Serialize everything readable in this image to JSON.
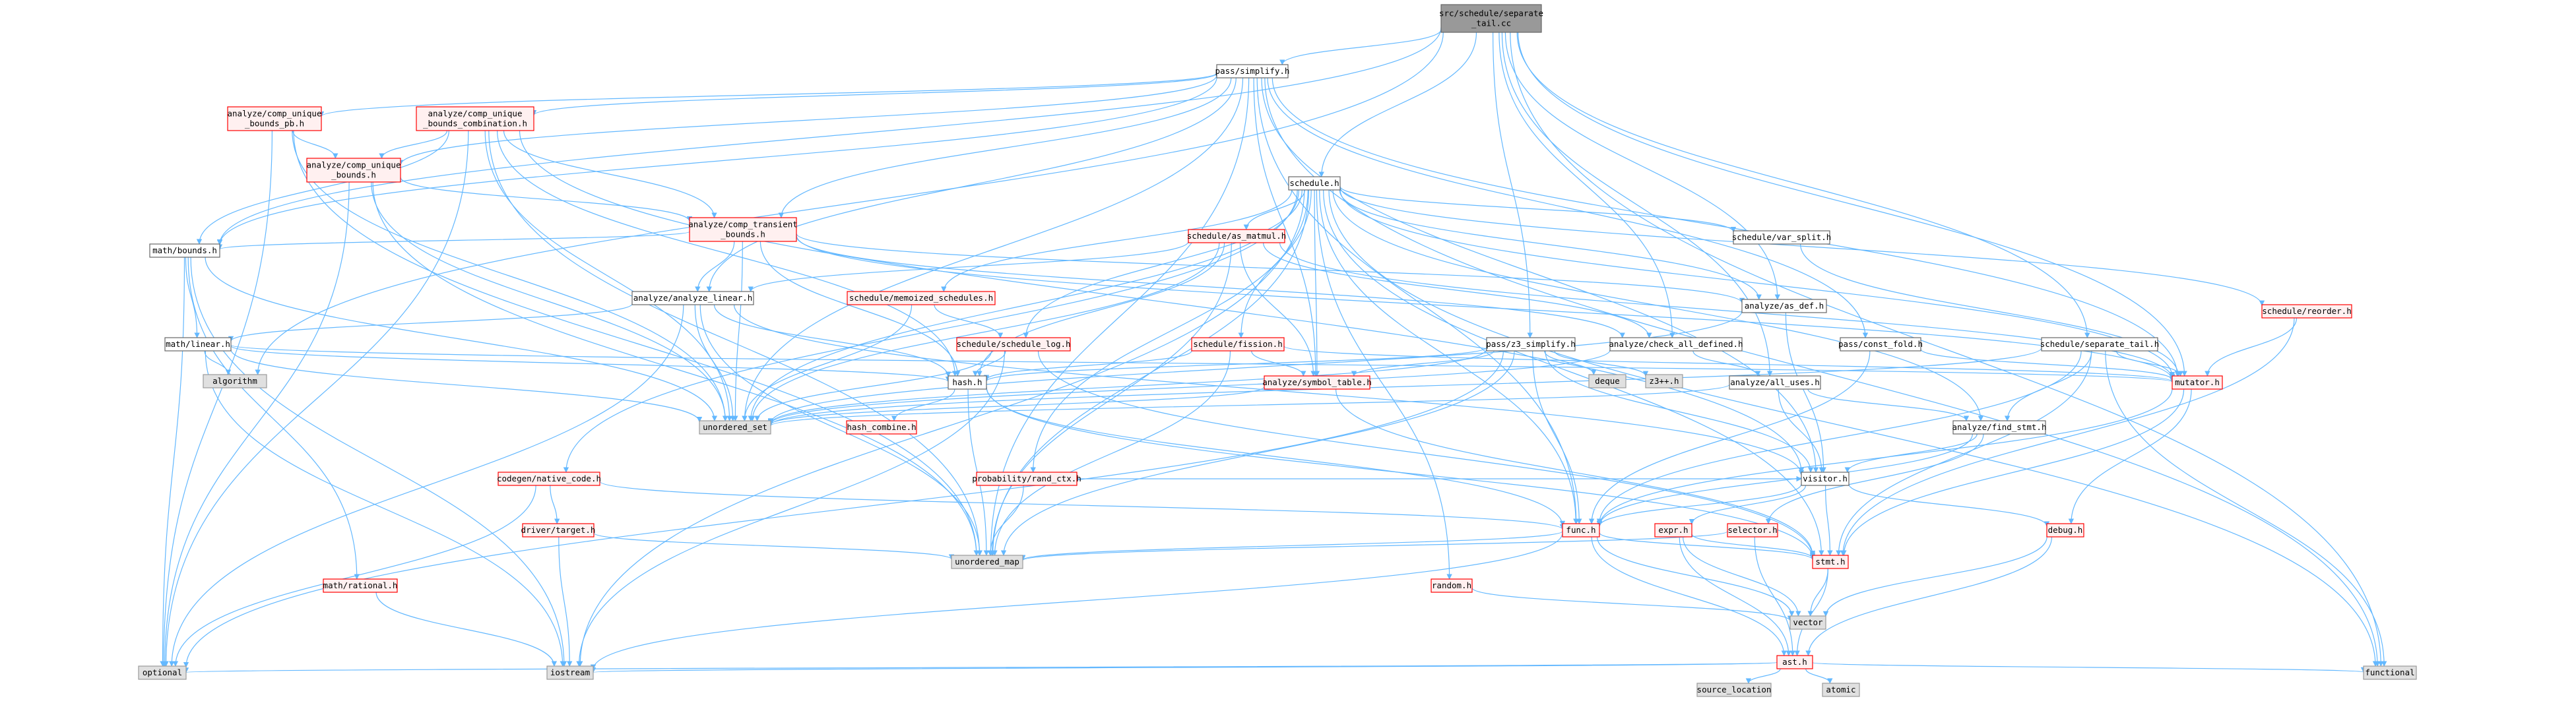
{
  "colors": {
    "edge": "#63b8ff",
    "root_fill": "#999999",
    "root_border": "#666666",
    "file_fill": "#ffffff",
    "file_border": "#666666",
    "truncated_fill": "#fff0f0",
    "truncated_border": "#ff0000",
    "system_fill": "#e0e0e0",
    "system_border": "#999999"
  },
  "nodes": [
    {
      "id": "root",
      "kind": "root",
      "lines": [
        "src/schedule/separate",
        "_tail.cc"
      ]
    },
    {
      "id": "pass_simplify",
      "kind": "file",
      "lines": [
        "pass/simplify.h"
      ]
    },
    {
      "id": "acu_pb",
      "kind": "truncated",
      "lines": [
        "analyze/comp_unique",
        "_bounds_pb.h"
      ]
    },
    {
      "id": "acu_comb",
      "kind": "truncated",
      "lines": [
        "analyze/comp_unique",
        "_bounds_combination.h"
      ]
    },
    {
      "id": "acu_bounds",
      "kind": "truncated",
      "lines": [
        "analyze/comp_unique",
        "_bounds.h"
      ]
    },
    {
      "id": "schedule",
      "kind": "file",
      "lines": [
        "schedule.h"
      ]
    },
    {
      "id": "act",
      "kind": "truncated",
      "lines": [
        "analyze/comp_transient",
        "_bounds.h"
      ]
    },
    {
      "id": "as_matmul",
      "kind": "truncated",
      "lines": [
        "schedule/as_matmul.h"
      ]
    },
    {
      "id": "var_split",
      "kind": "file",
      "lines": [
        "schedule/var_split.h"
      ]
    },
    {
      "id": "math_bounds",
      "kind": "file",
      "lines": [
        "math/bounds.h"
      ]
    },
    {
      "id": "analyze_linear",
      "kind": "file",
      "lines": [
        "analyze/analyze_linear.h"
      ]
    },
    {
      "id": "memoized",
      "kind": "truncated",
      "lines": [
        "schedule/memoized_schedules.h"
      ]
    },
    {
      "id": "as_def",
      "kind": "file",
      "lines": [
        "analyze/as_def.h"
      ]
    },
    {
      "id": "reorder",
      "kind": "truncated",
      "lines": [
        "schedule/reorder.h"
      ]
    },
    {
      "id": "math_linear",
      "kind": "file",
      "lines": [
        "math/linear.h"
      ]
    },
    {
      "id": "sched_log",
      "kind": "truncated",
      "lines": [
        "schedule/schedule_log.h"
      ]
    },
    {
      "id": "fission",
      "kind": "truncated",
      "lines": [
        "schedule/fission.h"
      ]
    },
    {
      "id": "z3_simplify",
      "kind": "file",
      "lines": [
        "pass/z3_simplify.h"
      ]
    },
    {
      "id": "check_all_def",
      "kind": "file",
      "lines": [
        "analyze/check_all_defined.h"
      ]
    },
    {
      "id": "const_fold",
      "kind": "file",
      "lines": [
        "pass/const_fold.h"
      ]
    },
    {
      "id": "sep_tail_h",
      "kind": "file",
      "lines": [
        "schedule/separate_tail.h"
      ]
    },
    {
      "id": "algorithm",
      "kind": "system",
      "lines": [
        "algorithm"
      ]
    },
    {
      "id": "hash",
      "kind": "file",
      "lines": [
        "hash.h"
      ]
    },
    {
      "id": "symbol_table",
      "kind": "truncated",
      "lines": [
        "analyze/symbol_table.h"
      ]
    },
    {
      "id": "deque",
      "kind": "system",
      "lines": [
        "deque"
      ]
    },
    {
      "id": "z3pp",
      "kind": "system",
      "lines": [
        "z3++.h"
      ]
    },
    {
      "id": "all_uses",
      "kind": "file",
      "lines": [
        "analyze/all_uses.h"
      ]
    },
    {
      "id": "mutator",
      "kind": "truncated",
      "lines": [
        "mutator.h"
      ]
    },
    {
      "id": "unordered_set",
      "kind": "system",
      "lines": [
        "unordered_set"
      ]
    },
    {
      "id": "hash_combine",
      "kind": "truncated",
      "lines": [
        "hash_combine.h"
      ]
    },
    {
      "id": "find_stmt",
      "kind": "file",
      "lines": [
        "analyze/find_stmt.h"
      ]
    },
    {
      "id": "native_code",
      "kind": "truncated",
      "lines": [
        "codegen/native_code.h"
      ]
    },
    {
      "id": "rand_ctx",
      "kind": "truncated",
      "lines": [
        "probability/rand_ctx.h"
      ]
    },
    {
      "id": "visitor",
      "kind": "file",
      "lines": [
        "visitor.h"
      ]
    },
    {
      "id": "driver_target",
      "kind": "truncated",
      "lines": [
        "driver/target.h"
      ]
    },
    {
      "id": "func",
      "kind": "truncated",
      "lines": [
        "func.h"
      ]
    },
    {
      "id": "expr",
      "kind": "truncated",
      "lines": [
        "expr.h"
      ]
    },
    {
      "id": "selector",
      "kind": "truncated",
      "lines": [
        "selector.h"
      ]
    },
    {
      "id": "debug",
      "kind": "truncated",
      "lines": [
        "debug.h"
      ]
    },
    {
      "id": "unordered_map",
      "kind": "system",
      "lines": [
        "unordered_map"
      ]
    },
    {
      "id": "stmt",
      "kind": "truncated",
      "lines": [
        "stmt.h"
      ]
    },
    {
      "id": "math_rational",
      "kind": "truncated",
      "lines": [
        "math/rational.h"
      ]
    },
    {
      "id": "random",
      "kind": "truncated",
      "lines": [
        "random.h"
      ]
    },
    {
      "id": "vector",
      "kind": "system",
      "lines": [
        "vector"
      ]
    },
    {
      "id": "ast",
      "kind": "truncated",
      "lines": [
        "ast.h"
      ]
    },
    {
      "id": "optional",
      "kind": "system",
      "lines": [
        "optional"
      ]
    },
    {
      "id": "iostream",
      "kind": "system",
      "lines": [
        "iostream"
      ]
    },
    {
      "id": "functional",
      "kind": "system",
      "lines": [
        "functional"
      ]
    },
    {
      "id": "source_location",
      "kind": "system",
      "lines": [
        "source_location"
      ]
    },
    {
      "id": "atomic",
      "kind": "system",
      "lines": [
        "atomic"
      ]
    }
  ],
  "edges": [
    [
      "root",
      "pass_simplify"
    ],
    [
      "root",
      "schedule"
    ],
    [
      "root",
      "z3_simplify"
    ],
    [
      "root",
      "check_all_def"
    ],
    [
      "root",
      "sep_tail_h"
    ],
    [
      "root",
      "all_uses"
    ],
    [
      "root",
      "as_def"
    ],
    [
      "root",
      "mutator"
    ],
    [
      "root",
      "algorithm"
    ],
    [
      "root",
      "math_bounds"
    ],
    [
      "root",
      "functional"
    ],
    [
      "pass_simplify",
      "acu_pb"
    ],
    [
      "pass_simplify",
      "acu_comb"
    ],
    [
      "pass_simplify",
      "acu_bounds"
    ],
    [
      "pass_simplify",
      "act"
    ],
    [
      "pass_simplify",
      "analyze_linear"
    ],
    [
      "pass_simplify",
      "symbol_table"
    ],
    [
      "pass_simplify",
      "func"
    ],
    [
      "pass_simplify",
      "mutator"
    ],
    [
      "pass_simplify",
      "visitor"
    ],
    [
      "pass_simplify",
      "const_fold"
    ],
    [
      "pass_simplify",
      "math_bounds"
    ],
    [
      "pass_simplify",
      "unordered_map"
    ],
    [
      "pass_simplify",
      "unordered_set"
    ],
    [
      "pass_simplify",
      "functional"
    ],
    [
      "acu_pb",
      "acu_bounds"
    ],
    [
      "acu_pb",
      "optional"
    ],
    [
      "acu_pb",
      "unordered_set"
    ],
    [
      "acu_pb",
      "unordered_map"
    ],
    [
      "acu_comb",
      "acu_bounds"
    ],
    [
      "acu_comb",
      "act"
    ],
    [
      "acu_comb",
      "math_bounds"
    ],
    [
      "acu_comb",
      "hash"
    ],
    [
      "acu_comb",
      "visitor"
    ],
    [
      "acu_comb",
      "optional"
    ],
    [
      "acu_comb",
      "unordered_map"
    ],
    [
      "acu_comb",
      "unordered_set"
    ],
    [
      "acu_bounds",
      "act"
    ],
    [
      "acu_bounds",
      "unordered_set"
    ],
    [
      "acu_bounds",
      "unordered_map"
    ],
    [
      "acu_bounds",
      "optional"
    ],
    [
      "schedule",
      "as_matmul"
    ],
    [
      "schedule",
      "var_split"
    ],
    [
      "schedule",
      "memoized"
    ],
    [
      "schedule",
      "sched_log"
    ],
    [
      "schedule",
      "fission"
    ],
    [
      "schedule",
      "reorder"
    ],
    [
      "schedule",
      "native_code"
    ],
    [
      "schedule",
      "rand_ctx"
    ],
    [
      "schedule",
      "random"
    ],
    [
      "schedule",
      "func"
    ],
    [
      "schedule",
      "stmt"
    ],
    [
      "schedule",
      "find_stmt"
    ],
    [
      "schedule",
      "symbol_table"
    ],
    [
      "schedule",
      "unordered_map"
    ],
    [
      "schedule",
      "unordered_set"
    ],
    [
      "schedule",
      "iostream"
    ],
    [
      "schedule",
      "functional"
    ],
    [
      "schedule",
      "mutator"
    ],
    [
      "schedule",
      "as_def"
    ],
    [
      "act",
      "analyze_linear"
    ],
    [
      "act",
      "math_bounds"
    ],
    [
      "act",
      "as_def"
    ],
    [
      "act",
      "check_all_def"
    ],
    [
      "act",
      "hash"
    ],
    [
      "act",
      "mutator"
    ],
    [
      "act",
      "unordered_set"
    ],
    [
      "as_matmul",
      "analyze_linear"
    ],
    [
      "as_matmul",
      "check_all_def"
    ],
    [
      "as_matmul",
      "symbol_table"
    ],
    [
      "as_matmul",
      "hash"
    ],
    [
      "as_matmul",
      "unordered_set"
    ],
    [
      "as_matmul",
      "mutator"
    ],
    [
      "as_matmul",
      "unordered_map"
    ],
    [
      "var_split",
      "mutator"
    ],
    [
      "math_bounds",
      "math_linear"
    ],
    [
      "math_bounds",
      "math_rational"
    ],
    [
      "math_bounds",
      "unordered_set"
    ],
    [
      "math_bounds",
      "optional"
    ],
    [
      "math_bounds",
      "iostream"
    ],
    [
      "analyze_linear",
      "math_linear"
    ],
    [
      "analyze_linear",
      "hash"
    ],
    [
      "analyze_linear",
      "visitor"
    ],
    [
      "analyze_linear",
      "unordered_map"
    ],
    [
      "analyze_linear",
      "unordered_set"
    ],
    [
      "analyze_linear",
      "optional"
    ],
    [
      "memoized",
      "sched_log"
    ],
    [
      "memoized",
      "unordered_set"
    ],
    [
      "as_def",
      "visitor"
    ],
    [
      "as_def",
      "unordered_set"
    ],
    [
      "reorder",
      "mutator"
    ],
    [
      "reorder",
      "stmt"
    ],
    [
      "math_linear",
      "algorithm"
    ],
    [
      "math_linear",
      "hash"
    ],
    [
      "math_linear",
      "iostream"
    ],
    [
      "math_linear",
      "unordered_set"
    ],
    [
      "math_linear",
      "mutator"
    ],
    [
      "sched_log",
      "hash"
    ],
    [
      "sched_log",
      "iostream"
    ],
    [
      "sched_log",
      "stmt"
    ],
    [
      "sched_log",
      "unordered_set"
    ],
    [
      "fission",
      "symbol_table"
    ],
    [
      "fission",
      "hash"
    ],
    [
      "fission",
      "mutator"
    ],
    [
      "fission",
      "unordered_map"
    ],
    [
      "z3_simplify",
      "symbol_table"
    ],
    [
      "z3_simplify",
      "hash"
    ],
    [
      "z3_simplify",
      "func"
    ],
    [
      "z3_simplify",
      "visitor"
    ],
    [
      "z3_simplify",
      "deque"
    ],
    [
      "z3_simplify",
      "z3pp"
    ],
    [
      "z3_simplify",
      "unordered_map"
    ],
    [
      "z3_simplify",
      "unordered_set"
    ],
    [
      "z3_simplify",
      "optional"
    ],
    [
      "check_all_def",
      "all_uses"
    ],
    [
      "check_all_def",
      "unordered_set"
    ],
    [
      "const_fold",
      "mutator"
    ],
    [
      "const_fold",
      "func"
    ],
    [
      "sep_tail_h",
      "mutator"
    ],
    [
      "sep_tail_h",
      "find_stmt"
    ],
    [
      "sep_tail_h",
      "func"
    ],
    [
      "sep_tail_h",
      "functional"
    ],
    [
      "sep_tail_h",
      "unordered_set"
    ],
    [
      "sep_tail_h",
      "stmt"
    ],
    [
      "hash",
      "hash_combine"
    ],
    [
      "hash",
      "unordered_map"
    ],
    [
      "hash",
      "stmt"
    ],
    [
      "hash",
      "func"
    ],
    [
      "symbol_table",
      "unordered_set"
    ],
    [
      "symbol_table",
      "stmt"
    ],
    [
      "all_uses",
      "visitor"
    ],
    [
      "all_uses",
      "unordered_set"
    ],
    [
      "all_uses",
      "find_stmt"
    ],
    [
      "mutator",
      "stmt"
    ],
    [
      "mutator",
      "debug"
    ],
    [
      "mutator",
      "func"
    ],
    [
      "find_stmt",
      "visitor"
    ],
    [
      "find_stmt",
      "selector"
    ],
    [
      "find_stmt",
      "func"
    ],
    [
      "native_code",
      "driver_target"
    ],
    [
      "native_code",
      "func"
    ],
    [
      "native_code",
      "optional"
    ],
    [
      "rand_ctx",
      "unordered_map"
    ],
    [
      "rand_ctx",
      "visitor"
    ],
    [
      "visitor",
      "func"
    ],
    [
      "visitor",
      "stmt"
    ],
    [
      "visitor",
      "debug"
    ],
    [
      "visitor",
      "expr"
    ],
    [
      "driver_target",
      "iostream"
    ],
    [
      "driver_target",
      "unordered_map"
    ],
    [
      "func",
      "stmt"
    ],
    [
      "func",
      "ast"
    ],
    [
      "func",
      "vector"
    ],
    [
      "func",
      "iostream"
    ],
    [
      "func",
      "unordered_map"
    ],
    [
      "expr",
      "stmt"
    ],
    [
      "expr",
      "ast"
    ],
    [
      "expr",
      "vector"
    ],
    [
      "selector",
      "ast"
    ],
    [
      "selector",
      "unordered_map"
    ],
    [
      "debug",
      "ast"
    ],
    [
      "debug",
      "vector"
    ],
    [
      "stmt",
      "vector"
    ],
    [
      "stmt",
      "ast"
    ],
    [
      "math_rational",
      "iostream"
    ],
    [
      "random",
      "vector"
    ],
    [
      "ast",
      "optional"
    ],
    [
      "ast",
      "iostream"
    ],
    [
      "ast",
      "functional"
    ],
    [
      "ast",
      "source_location"
    ],
    [
      "ast",
      "atomic"
    ]
  ]
}
